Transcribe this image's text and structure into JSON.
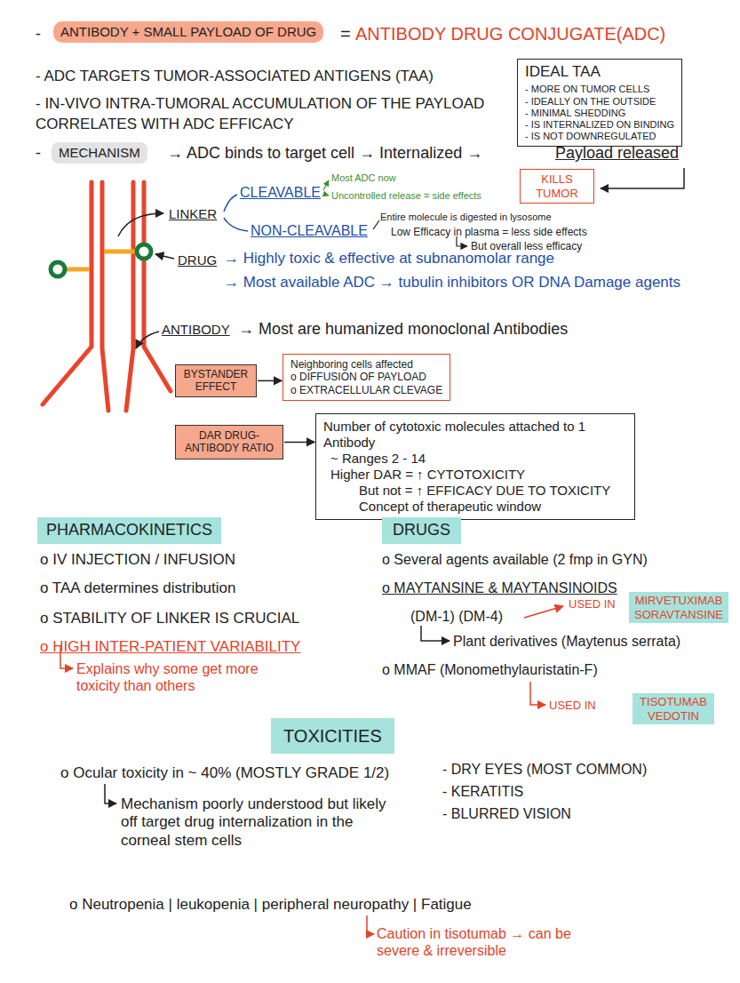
{
  "diagram": {
    "nodes": [
      {
        "text": [
          "ANTIBODY + SMALL PAYLOAD OF DRUG"
        ]
      },
      {
        "text": [
          "IDEAL TAA",
          "- MORE ON TUMOR CELLS",
          "- IDEALLY ON THE OUTSIDE",
          "- MINIMAL SHEDDING",
          "- IS INTERNALIZED ON BINDING",
          "- IS NOT DOWNREGULATED"
        ]
      },
      {
        "text": [
          "MECHANISM"
        ]
      },
      {
        "text": [
          "KILLS TUMOR"
        ]
      },
      {
        "text": [
          "BYSTANDER EFFECT"
        ]
      },
      {
        "text": [
          "Neighboring cells affected",
          "o DIFFUSION OF PAYLOAD",
          "o EXTRACELLULAR CLEVAGE"
        ]
      },
      {
        "text": [
          "DAR DRUG-ANTIBODY RATIO"
        ]
      },
      {
        "text": [
          "Number of cytotoxic molecules attached to 1 Antibody",
          "~ Ranges 2 - 14",
          "Higher DAR = ↑ CYTOTOXICITY",
          "But not = ↑ EFFICACY DUE TO TOXICITY",
          "Concept of therapeutic window"
        ]
      },
      {
        "text": [
          "PHARMACOKINETICS"
        ]
      },
      {
        "text": [
          "DRUGS"
        ]
      },
      {
        "text": [
          "MIRVETUXIMAB SORAVTANSINE"
        ]
      },
      {
        "text": [
          "TISOTUMAB VEDOTIN"
        ]
      },
      {
        "text": [
          "TOXICITIES"
        ]
      }
    ],
    "edges": [
      {
        "from": 4,
        "to": 5,
        "arrow": "to"
      },
      {
        "from": 6,
        "to": 7,
        "arrow": "to"
      }
    ],
    "labels": [
      "-",
      "=",
      "ANTIBODY DRUG CONJUGATE(ADC)",
      "- ADC TARGETS TUMOR-ASSOCIATED ANTIGENS (TAA)",
      "- IN-VIVO INTRA-TUMORAL ACCUMULATION OF THE PAYLOAD CORRELATES WITH ADC EFFICACY",
      "-",
      "→ ADC binds to target cell → Internalized →",
      "Payload released",
      "LINKER",
      "CLEAVABLE",
      "Most ADC now",
      "Uncontrolled release = side effects",
      "NON-CLEAVABLE",
      "Entire molecule is digested in lysosome",
      "Low Efficacy in plasma = less side effects",
      "But overall less efficacy",
      "DRUG",
      "→ Highly toxic & effective at subnanomolar range",
      "→ Most available ADC → tubulin inhibitors OR DNA Damage agents",
      "ANTIBODY",
      "→ Most are humanized monoclonal Antibodies",
      "o IV INJECTION / INFUSION",
      "o TAA determines distribution",
      "o STABILITY OF LINKER IS CRUCIAL",
      "o HIGH INTER-PATIENT VARIABILITY",
      "Explains why some get more toxicity than others",
      "o Several agents available (2 fmp in GYN)",
      "o MAYTANSINE & MAYTANSINOIDS",
      "(DM-1) (DM-4)",
      "USED IN",
      "Plant derivatives (Maytenus serrata)",
      "o MMAF (Monomethylauristatin-F)",
      "USED IN",
      "o Ocular toxicity in ~ 40% (MOSTLY GRADE 1/2)",
      "- DRY EYES (MOST COMMON)",
      "- KERATITIS",
      "- BLURRED VISION",
      "Mechanism poorly understood but likely off target drug internalization in the corneal stem cells",
      "o Neutropenia | leukopenia | peripheral neuropathy | Fatigue",
      "Caution in tisotumab → can be severe & irreversible"
    ]
  }
}
